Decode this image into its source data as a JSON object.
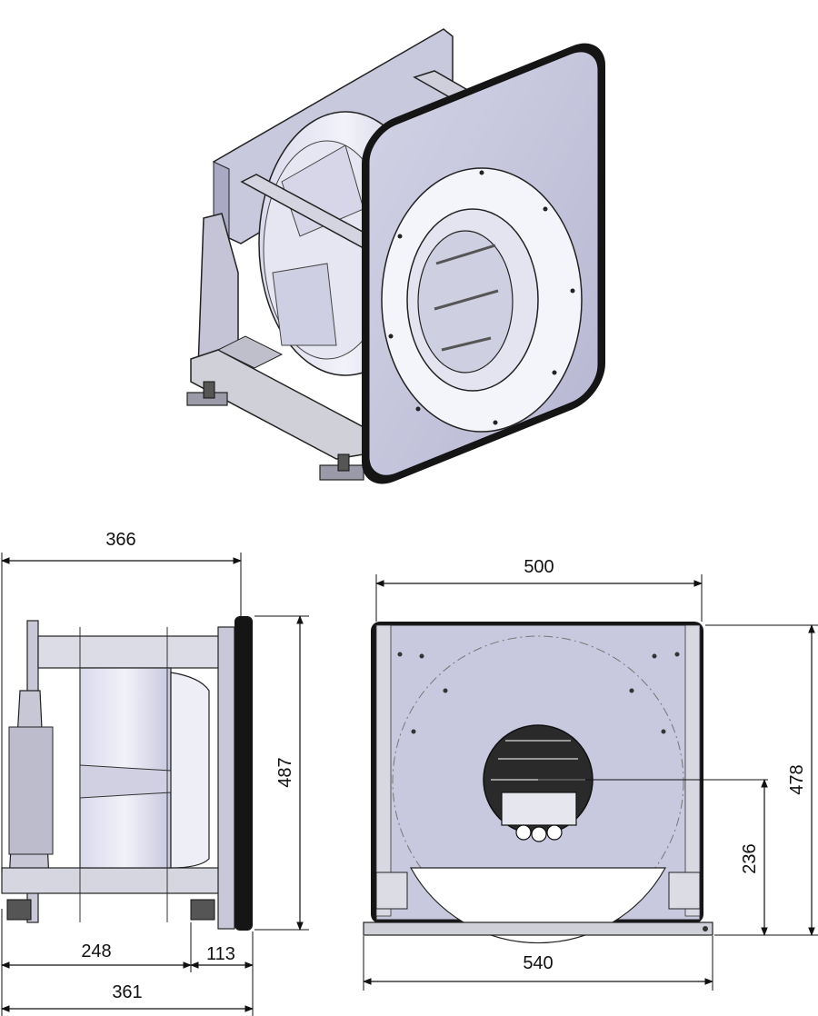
{
  "colors": {
    "steel": "#c9c9df",
    "steel_dark": "#a9a9c8",
    "frame": "#d8d8d8",
    "impeller": "#e4e4f2",
    "rubber": "#141414",
    "line": "#111111"
  },
  "views": {
    "isometric": {
      "name": "isometric-view"
    },
    "side": {
      "name": "side-view"
    },
    "front": {
      "name": "front-view"
    }
  },
  "dimensions": {
    "side_overall_top": "366",
    "side_height": "487",
    "side_left_bottom": "248",
    "side_right_bottom": "113",
    "side_overall_bottom": "361",
    "front_inner_width": "500",
    "front_height": "478",
    "front_center_height": "236",
    "front_base_width": "540"
  }
}
